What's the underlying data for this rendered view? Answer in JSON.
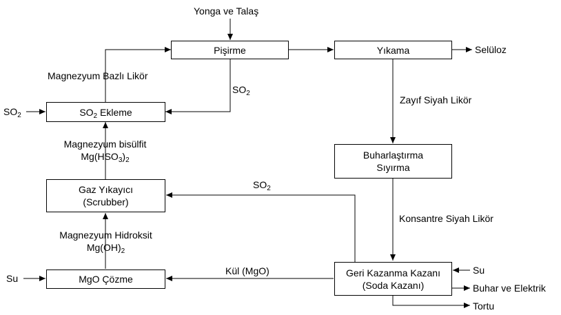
{
  "boxes": {
    "pisirme": "Pişirme",
    "yikama": "Yıkama",
    "so2_ekleme_prefix": "SO",
    "so2_ekleme_sub": "2",
    "so2_ekleme_suffix": " Ekleme",
    "buharlastirma_line1": "Buharlaştırma",
    "buharlastirma_line2": "Sıyırma",
    "gaz_yikayici_line1": "Gaz Yıkayıcı",
    "gaz_yikayici_line2": "(Scrubber)",
    "mgo_cozme": "MgO Çözme",
    "geri_kazanma_line1": "Geri Kazanma Kazanı",
    "geri_kazanma_line2": "(Soda Kazanı)"
  },
  "labels": {
    "yonga": "Yonga ve Talaş",
    "seluloz": "Selüloz",
    "magnezyum_bazli": "Magnezyum Bazlı Likör",
    "so2_a_main": "SO",
    "so2_a_sub": "2",
    "so2_in_main": "SO",
    "so2_in_sub": "2",
    "zayif": "Zayıf Siyah Likör",
    "bisulfit_line1": "Magnezyum bisülfit",
    "bisulfit_line2_a": "Mg(HSO",
    "bisulfit_line2_sub": "3",
    "bisulfit_line2_b": ")",
    "bisulfit_line2_sub2": "2",
    "so2_b_main": "SO",
    "so2_b_sub": "2",
    "konsantre": "Konsantre Siyah Likör",
    "hidroksit_line1": "Magnezyum Hidroksit",
    "hidroksit_line2_a": "Mg(OH)",
    "hidroksit_line2_sub": "2",
    "kul": "Kül (MgO)",
    "su_right": "Su",
    "su_left": "Su",
    "buhar": "Buhar ve Elektrik",
    "tortu": "Tortu"
  }
}
